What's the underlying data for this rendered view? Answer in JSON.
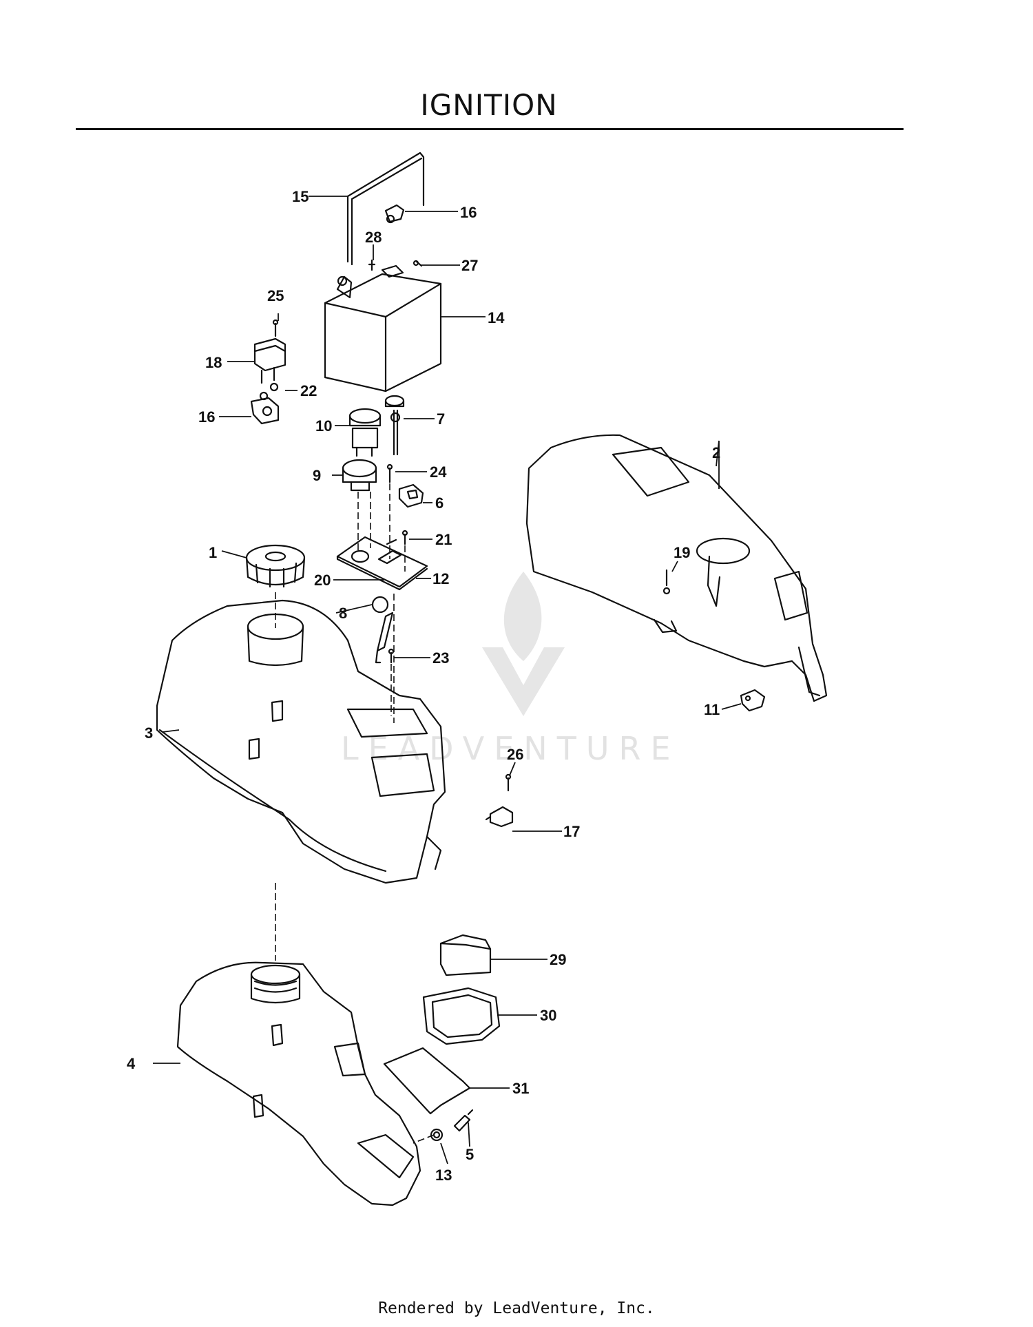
{
  "title": "IGNITION",
  "footer": "Rendered by LeadVenture, Inc.",
  "watermark": "LEADVENTURE",
  "callouts": [
    "1",
    "2",
    "3",
    "4",
    "5",
    "6",
    "7",
    "8",
    "9",
    "10",
    "11",
    "12",
    "13",
    "14",
    "15",
    "16",
    "16",
    "17",
    "18",
    "19",
    "20",
    "21",
    "22",
    "23",
    "24",
    "25",
    "26",
    "27",
    "28",
    "29",
    "30",
    "31"
  ]
}
